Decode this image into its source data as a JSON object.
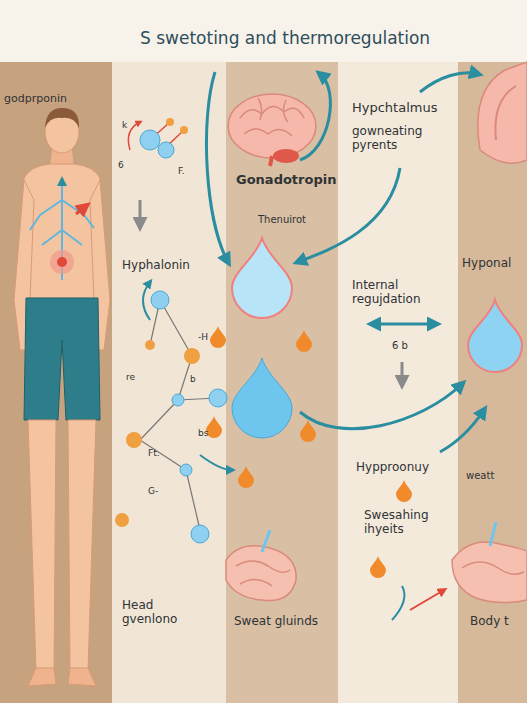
{
  "diagram": {
    "title": "S swetoting and thermoregulation",
    "labels": [
      "godprponin",
      "k",
      "6",
      "F.",
      "Gonadotropin",
      "Hypchtalmus",
      "gowneating pyrents",
      "Thenuirot",
      "Hyphalonin",
      "Internal regujdation",
      "Hyponal",
      "6 b",
      "-H",
      "re",
      "b",
      "bs",
      "Ft.",
      "G-",
      "Hypproonuy",
      "weatt",
      "Swesahing ihyeits",
      "Head gvenlono",
      "Sweat gluinds",
      "Body t"
    ]
  }
}
